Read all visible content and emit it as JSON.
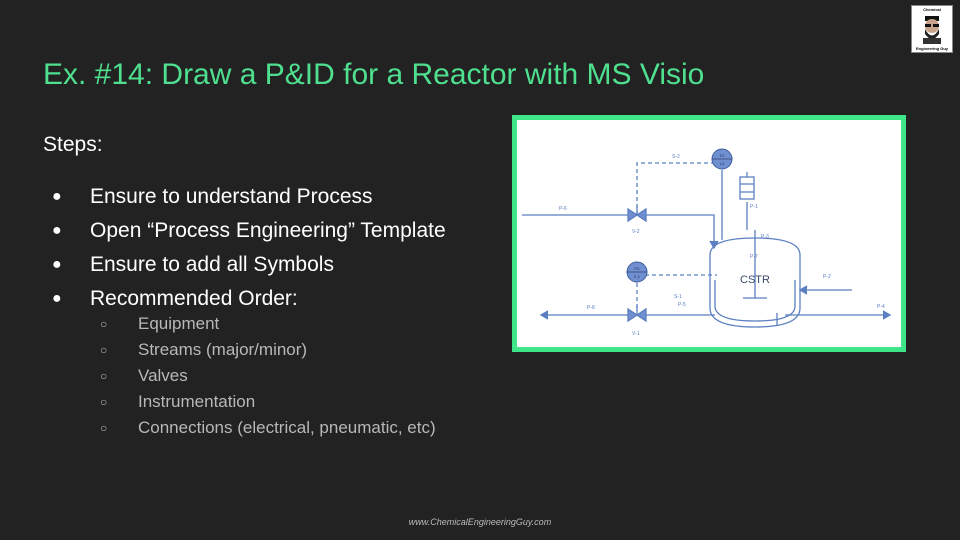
{
  "slide": {
    "title": "Ex. #14: Draw a P&ID for a Reactor with MS Visio",
    "steps_label": "Steps:",
    "bullets": [
      "Ensure to understand Process",
      "Open “Process Engineering” Template",
      "Ensure to add all Symbols",
      "Recommended Order:"
    ],
    "sub_bullets": [
      "Equipment",
      "Streams (major/minor)",
      "Valves",
      "Instrumentation",
      "Connections (electrical, pneumatic, etc)"
    ],
    "footer": "www.ChemicalEngineeringGuy.com"
  },
  "logo": {
    "top_text": "Chemical",
    "bottom_text": "Engineering Guy"
  },
  "diagram": {
    "reactor_label": "CSTR",
    "streams": {
      "s2": "S-2",
      "p6": "P-6",
      "v2": "V-2",
      "p1": "P-1",
      "p3": "P-3",
      "p7": "P-7",
      "p2": "P-2",
      "s1": "S-1",
      "p5": "P-5",
      "p8": "P-8",
      "v1": "V-1",
      "p4": "P-4"
    },
    "instruments": {
      "upper_top": "TC",
      "upper_bottom": "I-2",
      "lower_top": "FC",
      "lower_bottom": "F-1"
    }
  },
  "colors": {
    "background": "#222222",
    "title": "#4ee08f",
    "frame_border": "#3ee68a",
    "diagram_line": "#5b7fc0",
    "sub_text": "#b8b8b8"
  },
  "icons": [
    "filled-circle-bullet-icon",
    "hollow-circle-bullet-icon",
    "gate-valve-icon",
    "instrument-bubble-icon"
  ]
}
